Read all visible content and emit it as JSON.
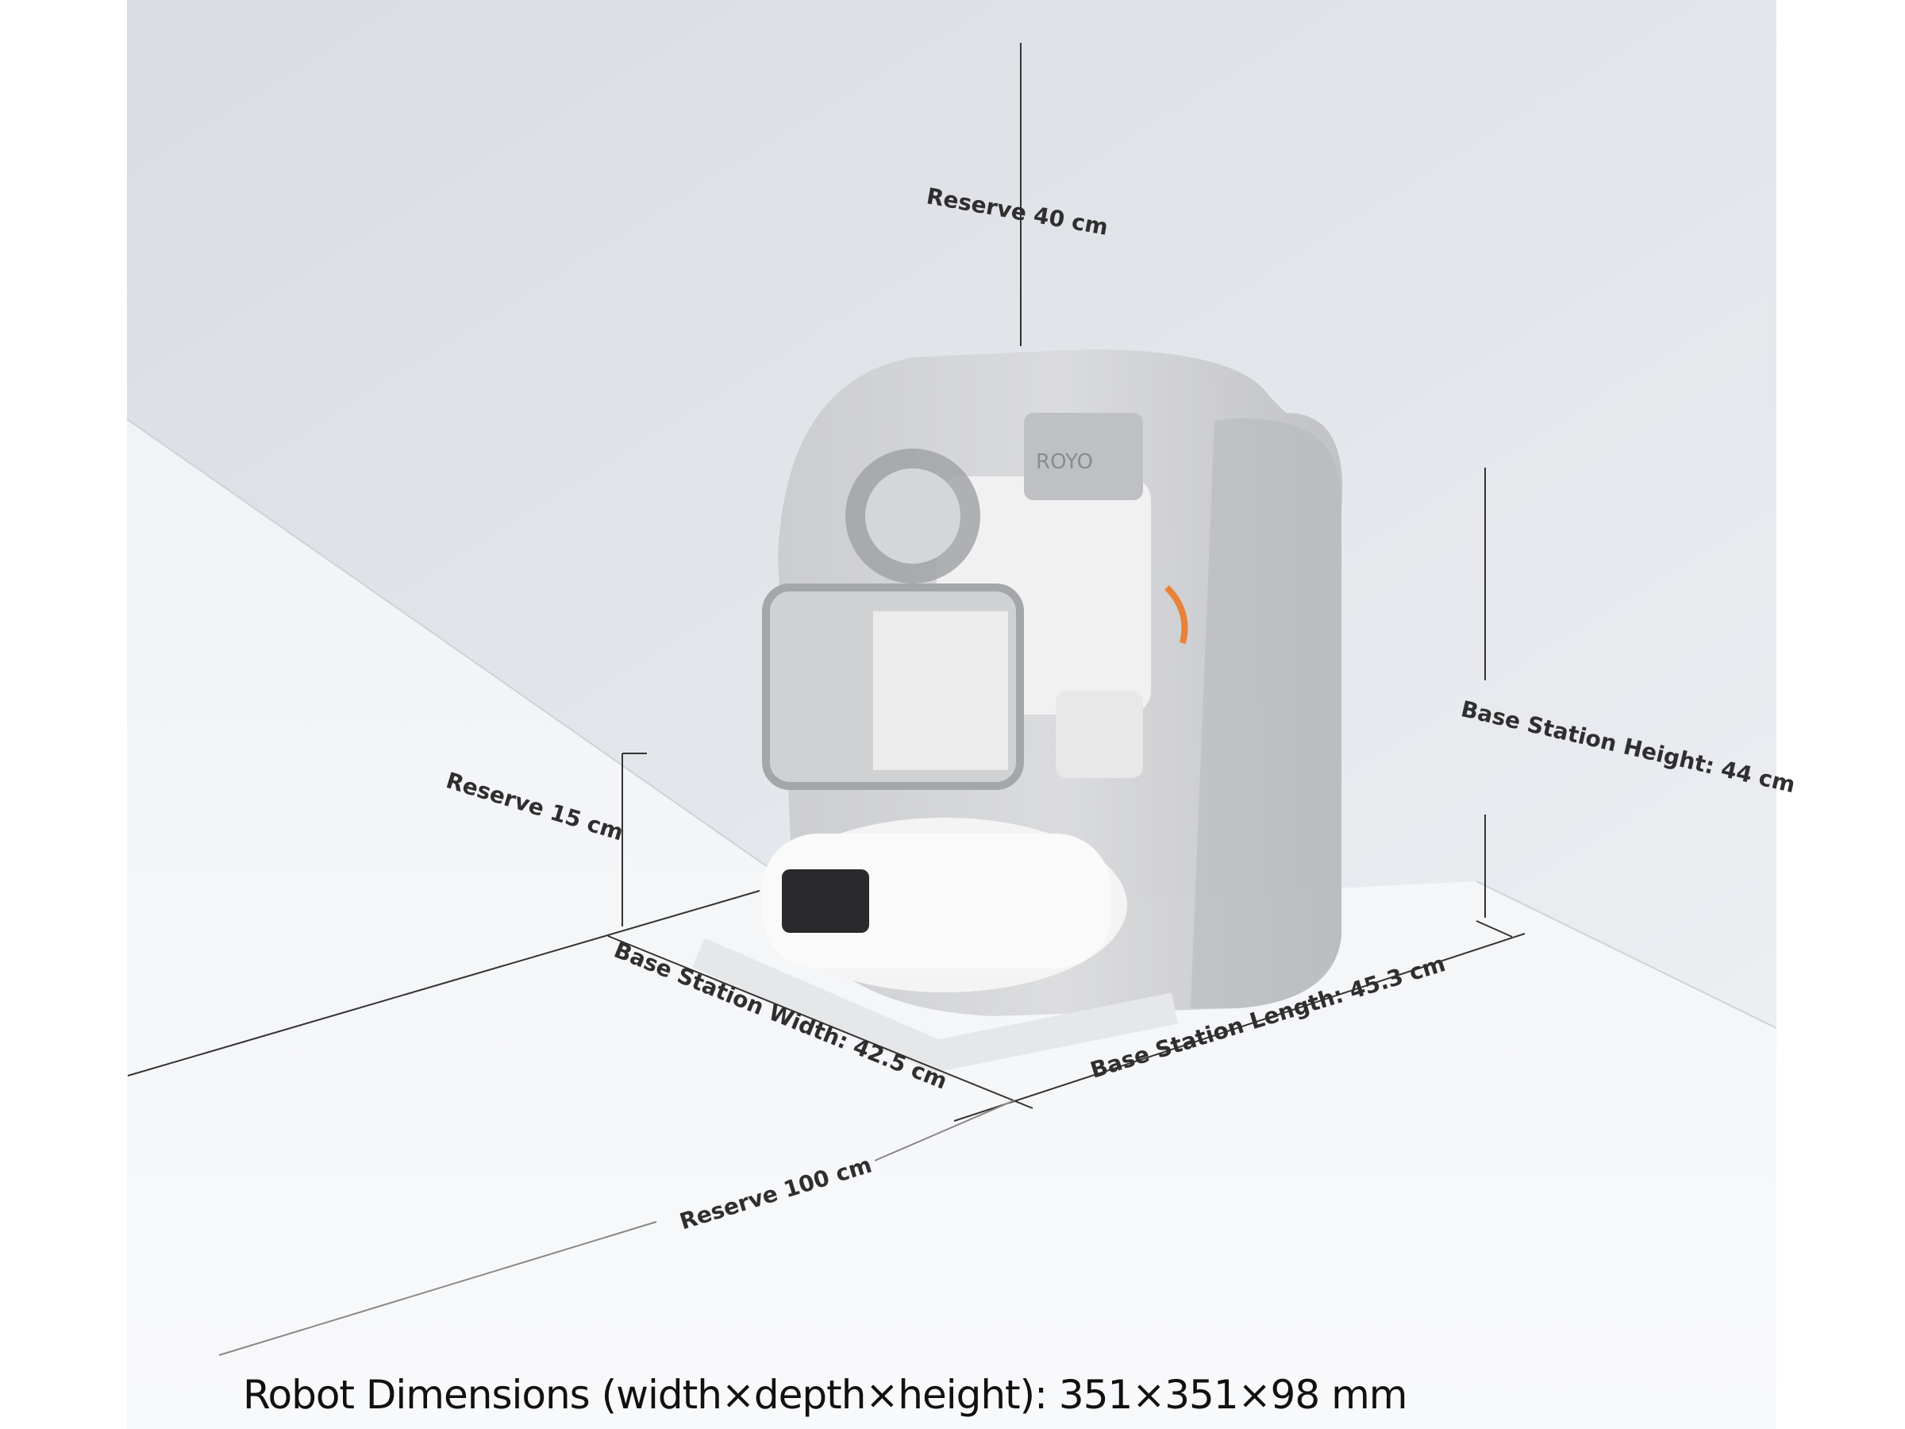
{
  "labels": {
    "reserve_top": "Reserve 40 cm",
    "base_height": "Base Station Height: 44 cm",
    "reserve_side": "Reserve 15 cm",
    "base_width": "Base Station Width: 42.5 cm",
    "base_length": "Base Station Length: 45.3 cm",
    "reserve_front": "Reserve 100 cm"
  },
  "logo_text": "ROYO",
  "caption": "Robot Dimensions (width×depth×height): 351×351×98 mm",
  "colors": {
    "accent_cable": "#e8823a",
    "wall": "#e4e7ec",
    "floor": "#f6f7f9"
  }
}
